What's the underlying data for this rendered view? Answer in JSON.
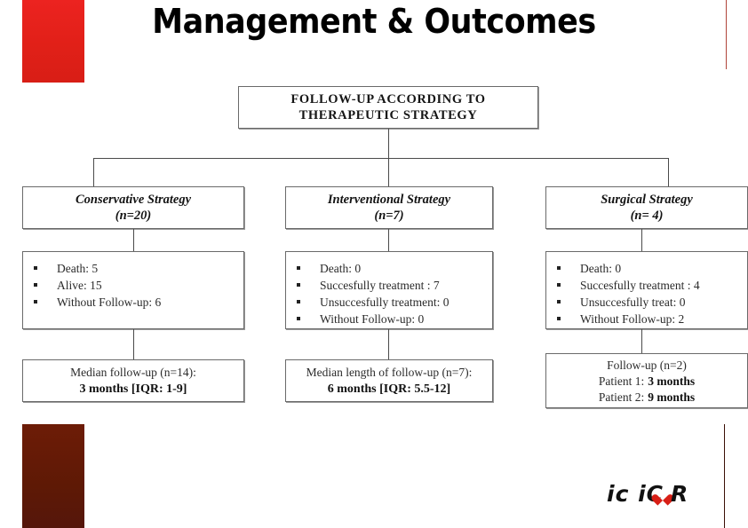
{
  "slide": {
    "title": "Management & Outcomes",
    "accent_red": "#e12018",
    "accent_maroon": "#5e1905"
  },
  "flowchart": {
    "root": {
      "line1": "FOLLOW-UP ACCORDING  TO",
      "line2": "THERAPEUTIC  STRATEGY"
    },
    "branches": [
      {
        "strategy_name": "Conservative  Strategy",
        "strategy_n": "(n=20)",
        "bullets": [
          "Death: 5",
          "Alive: 15",
          "Without Follow-up:  6"
        ],
        "outcome_line1": "Median  follow-up (n=14):",
        "outcome_line2": "3 months [IQR: 1-9]"
      },
      {
        "strategy_name": "Interventional Strategy",
        "strategy_n": "(n=7)",
        "bullets": [
          "Death: 0",
          "Succesfully treatment  : 7",
          "Unsuccesfully treatment:  0",
          "Without Follow-up: 0"
        ],
        "outcome_line1": "Median length of follow-up (n=7):",
        "outcome_line2": "6 months [IQR: 5.5-12]"
      },
      {
        "strategy_name": "Surgical Strategy",
        "strategy_n": "(n= 4)",
        "bullets": [
          "Death: 0",
          "Succesfully treatment  : 4",
          "Unsuccesfully treat: 0",
          "Without Follow-up: 2"
        ],
        "outcome_line1": "Follow-up (n=2)",
        "outcome_patient1_label": "Patient  1:",
        "outcome_patient1_value": "3 months",
        "outcome_patient2_label": "Patient 2:",
        "outcome_patient2_value": "9 months"
      }
    ]
  },
  "logo": {
    "text_left": "ic iC",
    "text_right": "R",
    "heart_color": "#d81f16"
  }
}
